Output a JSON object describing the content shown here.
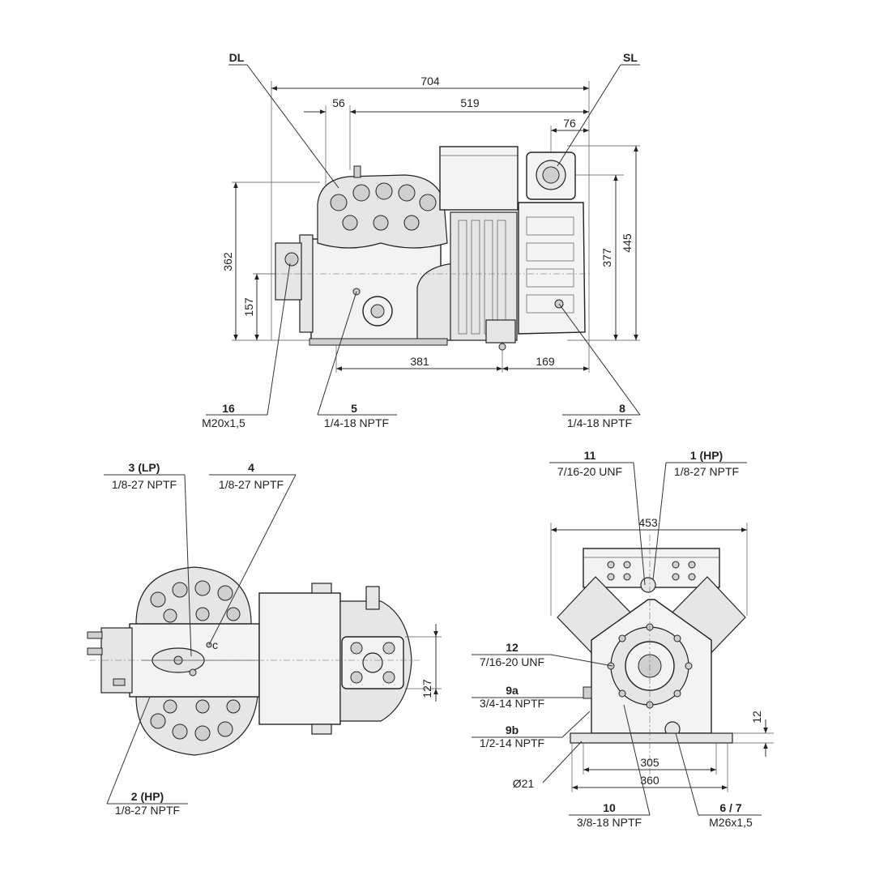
{
  "dimensions": {
    "d704": "704",
    "d56": "56",
    "d519": "519",
    "d76": "76",
    "d362": "362",
    "d157": "157",
    "d377": "377",
    "d445": "445",
    "d381": "381",
    "d169": "169",
    "d127": "127",
    "d453": "453",
    "d12": "12",
    "d305": "305",
    "d360": "360",
    "d21": "Ø21"
  },
  "labels": {
    "dl": "DL",
    "sl": "SL",
    "c16": {
      "num": "16",
      "spec": "M20x1,5"
    },
    "c5": {
      "num": "5",
      "spec": "1/4-18 NPTF"
    },
    "c8": {
      "num": "8",
      "spec": "1/4-18 NPTF"
    },
    "c3": {
      "num": "3 (LP)",
      "spec": "1/8-27 NPTF"
    },
    "c4": {
      "num": "4",
      "spec": "1/8-27 NPTF"
    },
    "c2": {
      "num": "2 (HP)",
      "spec": "1/8-27 NPTF"
    },
    "c11": {
      "num": "11",
      "spec": "7/16-20 UNF"
    },
    "c1": {
      "num": "1 (HP)",
      "spec": "1/8-27 NPTF"
    },
    "c12": {
      "num": "12",
      "spec": "7/16-20 UNF"
    },
    "c9a": {
      "num": "9a",
      "spec": "3/4-14 NPTF"
    },
    "c9b": {
      "num": "9b",
      "spec": "1/2-14 NPTF"
    },
    "c10": {
      "num": "10",
      "spec": "3/8-18 NPTF"
    },
    "c67": {
      "num": "6 / 7",
      "spec": "M26x1,5"
    }
  },
  "small_marks": {
    "c": "c"
  }
}
